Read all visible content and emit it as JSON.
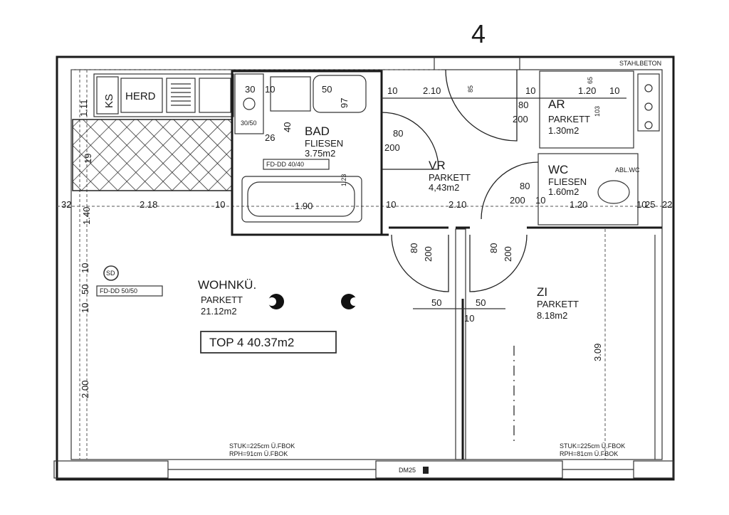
{
  "unit_number": "4",
  "top_label": "TOP 4  40.37m2",
  "rooms": {
    "wohnkue": {
      "name": "WOHNKÜ.",
      "floor": "PARKETT",
      "area": "21.12m2"
    },
    "vr": {
      "name": "VR",
      "floor": "PARKETT",
      "area": "4,43m2"
    },
    "bad": {
      "name": "BAD",
      "floor": "FLIESEN",
      "area": "3.75m2"
    },
    "ar": {
      "name": "AR",
      "floor": "PARKETT",
      "area": "1.30m2"
    },
    "wc": {
      "name": "WC",
      "floor": "FLIESEN",
      "area": "1.60m2"
    },
    "zi": {
      "name": "ZI",
      "floor": "PARKETT",
      "area": "8.18m2"
    }
  },
  "fixtures": {
    "herd": "HERD",
    "ks": "KS",
    "fd_dd_top": "FD-DD 40/40",
    "fd_dd_left": "FD-DD 50/50",
    "sd": "SD",
    "ablwc": "ABL.WC",
    "stahlbeton": "STAHLBETON",
    "dm": "DM25",
    "stuk_left_1": "STUK=225cm Ü.FBOK",
    "stuk_left_2": "RPH=91cm Ü.FBOK",
    "stuk_right_1": "STUK=225cm Ü.FBOK",
    "stuk_right_2": "RPH=81cm Ü.FBOK",
    "sm_30_50": "30/50"
  },
  "dimensions": {
    "d_2_18": "2.18",
    "d_10_a": "10",
    "d_1_90": "1.90",
    "d_10_b": "10",
    "d_2_10_a": "2.10",
    "d_2_10_b": "2.10",
    "d_10_c": "10",
    "d_1_20_a": "1.20",
    "d_10_d": "10",
    "d_1_20_b": "1.20",
    "d_10_e": "10",
    "d_1_40": "1.40",
    "d_1_11": "1.11",
    "d_2_00": "2.00",
    "d_3_09": "3.09",
    "d_19": "19",
    "d_10_f": "10",
    "d_50_f": "50",
    "d_10_g": "10",
    "d_32": "32",
    "d_25": "25",
    "d_22": "22",
    "d_50_a": "50",
    "d_50_b": "50",
    "d_10_h": "10",
    "door_vr_bad_w": "80",
    "door_vr_bad_h": "200",
    "door_ar_w": "80",
    "door_ar_h": "200",
    "door_wc_w": "80",
    "door_wc_h": "200",
    "door_wk_w": "80",
    "door_wk_h": "200",
    "door_zi_w": "80",
    "door_zi_h": "200",
    "d_10_bath": "10",
    "d_50_bath": "50",
    "d_30": "30",
    "d_26": "26",
    "d_40": "40",
    "d_97": "97",
    "d_85": "85",
    "d_65": "65",
    "d_103": "103",
    "d_10_i": "10",
    "d_1_23": "1.23"
  }
}
